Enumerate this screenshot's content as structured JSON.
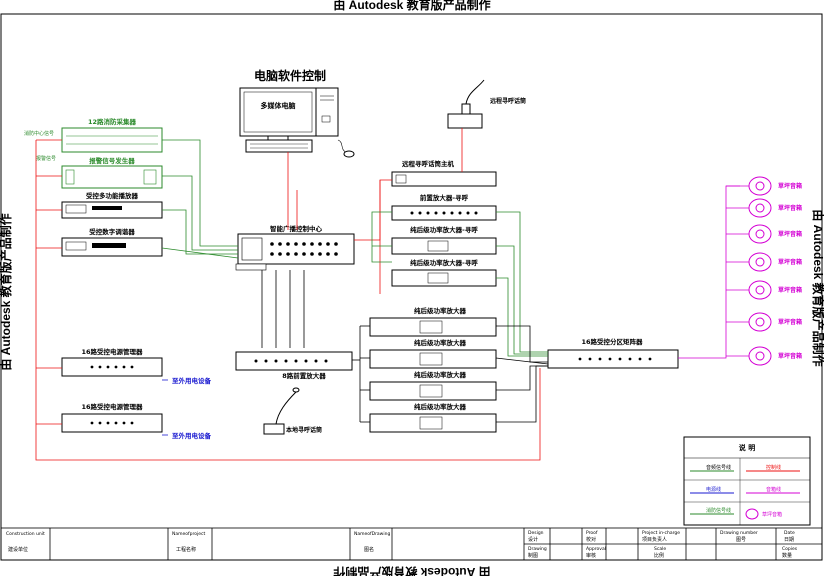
{
  "watermark": "由 Autodesk 教育版产品制作",
  "header": {
    "title": "电脑软件控制"
  },
  "devices": {
    "pc": "多媒体电脑",
    "remote_mic": "远程寻呼话筒",
    "fire": "12路消防采集器",
    "alarm": "报警信号发生器",
    "mp3": "受控多功能播放器",
    "tuner": "受控数字调谐器",
    "center": "智能广播控制中心",
    "remote_host": "远程寻呼话筒主机",
    "pre_paging": "前置放大器-寻呼",
    "pa_paging1": "纯后级功率放大器-寻呼",
    "pa_paging2": "纯后级功率放大器-寻呼",
    "seq1": "16路受控电源管理器",
    "seq2": "16路受控电源管理器",
    "preamp8": "8路前置放大器",
    "pa1": "纯后级功率放大器",
    "pa2": "纯后级功率放大器",
    "pa3": "纯后级功率放大器",
    "pa4": "纯后级功率放大器",
    "matrix": "16路受控分区矩阵器",
    "local_mic": "本地寻呼话筒",
    "to_equipment1": "至外用电设备",
    "to_equipment2": "至外用电设备",
    "speaker_label": "草坪音箱",
    "fire_side": "消防中心信号",
    "alarm_side": "报警信号"
  },
  "legend": {
    "title": "说 明",
    "audio": "音频信号线",
    "control": "控制线",
    "power": "电源线",
    "speaker": "音箱线",
    "fire_line": "消防信号线",
    "lawn": "草坪音箱"
  },
  "titleblock": {
    "construction_en": "Construction unit",
    "construction_cn": "建设单位",
    "project_en": "Nameofproject",
    "project_cn": "工程名称",
    "drawing_en": "NameofDrawing",
    "drawing_cn": "图名",
    "design_en": "Design",
    "design_cn": "设计",
    "proof_en": "Proof",
    "proof_cn": "校对",
    "drawing2_en": "Drawing",
    "drawing2_cn": "制图",
    "approval_en": "Approval",
    "approval_cn": "审核",
    "pic_en": "Project in-charge",
    "pic_cn": "项目负责人",
    "scale_en": "Scale",
    "scale_cn": "比例",
    "number_en": "Drawing number",
    "number_cn": "图号",
    "date_en": "Date",
    "date_cn": "日期",
    "copies_en": "Copies",
    "copies_cn": "数量"
  },
  "colors": {
    "audio": "#2b8a2b",
    "control": "#e11",
    "power": "#1a1ad0",
    "speaker": "#d400d4",
    "device": "#000"
  }
}
